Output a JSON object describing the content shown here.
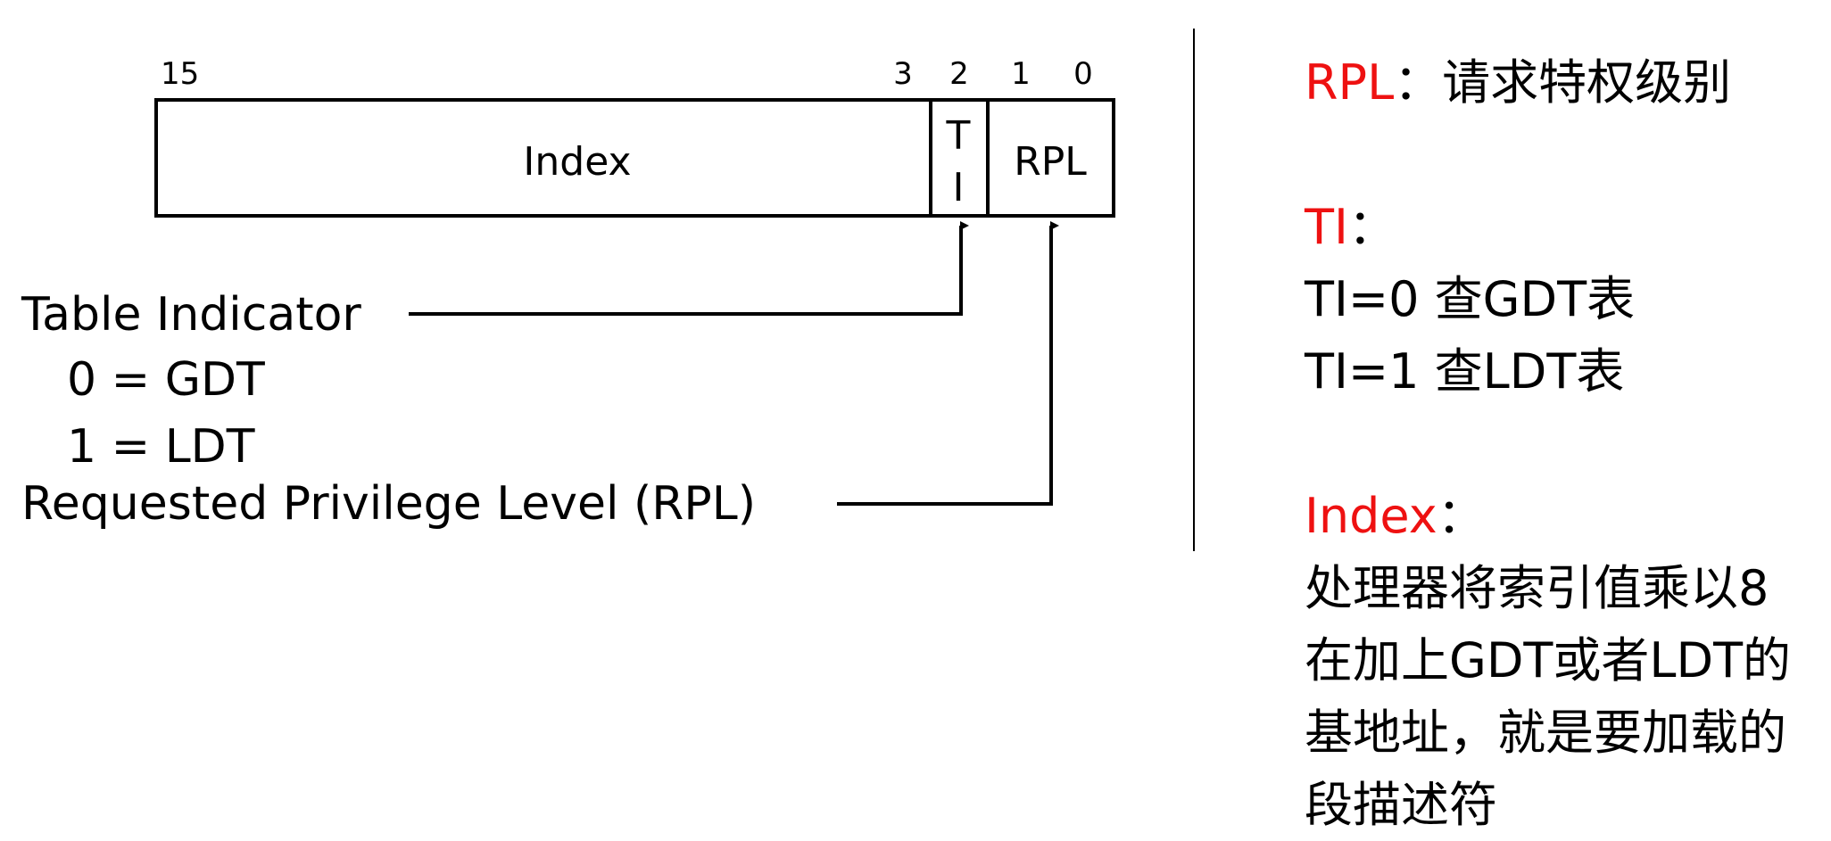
{
  "diagram": {
    "bits": {
      "b15": "15",
      "b3": "3",
      "b2": "2",
      "b1": "1",
      "b0": "0"
    },
    "fields": {
      "index": "Index",
      "ti_top": "T",
      "ti_bottom": "I",
      "rpl": "RPL"
    },
    "callouts": {
      "table_indicator": "Table Indicator",
      "gdt": "0 = GDT",
      "ldt": "1 = LDT",
      "rpl": "Requested Privilege Level (RPL)"
    }
  },
  "notes": {
    "rpl": {
      "term": "RPL",
      "sep": "：",
      "desc": "请求特权级别"
    },
    "ti": {
      "term": "TI",
      "sep": "：",
      "line1": "TI=0  查GDT表",
      "line2": "TI=1  查LDT表"
    },
    "index": {
      "term": "Index",
      "sep": "：",
      "line1": "处理器将索引值乘以8",
      "line2": "在加上GDT或者LDT的",
      "line3": "基地址，就是要加载的",
      "line4": "段描述符"
    }
  },
  "colors": {
    "term": "#ee1111",
    "text": "#000000"
  }
}
